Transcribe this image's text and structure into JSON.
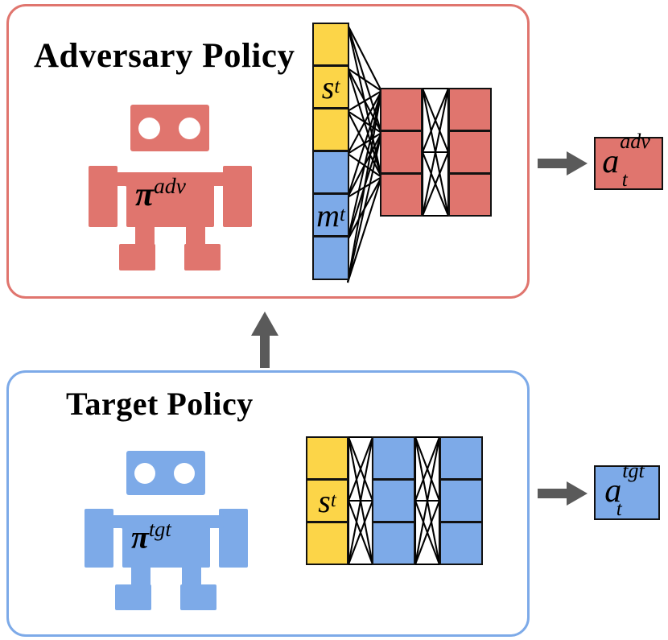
{
  "diagram": {
    "title_adversary": "Adversary Policy",
    "title_target": "Target Policy",
    "colors": {
      "red": "#E0756E",
      "blue": "#7DAAE8",
      "yellow": "#FCD548",
      "arrow_gray": "#5A5A5A",
      "outline_black": "#111111"
    }
  },
  "adversary": {
    "panel_label": "Adversary Policy",
    "robot_label_base": "π",
    "robot_label_sup": "adv",
    "input_column": {
      "cells": [
        {
          "color": "yellow",
          "label": ""
        },
        {
          "color": "yellow",
          "label": "s",
          "sub": "t"
        },
        {
          "color": "yellow",
          "label": ""
        },
        {
          "color": "blue",
          "label": ""
        },
        {
          "color": "blue",
          "label": "m",
          "sub": "t"
        },
        {
          "color": "blue",
          "label": ""
        }
      ],
      "state_symbol": "s",
      "state_subscript": "t",
      "message_symbol": "m",
      "message_subscript": "t"
    },
    "hidden_layers": [
      {
        "color": "red",
        "units": 3
      },
      {
        "color": "red",
        "units": 3
      }
    ],
    "output": {
      "symbol": "a",
      "superscript": "adv",
      "subscript": "t",
      "color": "red"
    }
  },
  "target": {
    "panel_label": "Target Policy",
    "robot_label_base": "π",
    "robot_label_sup": "tgt",
    "input_column": {
      "cells": [
        {
          "color": "yellow",
          "label": ""
        },
        {
          "color": "yellow",
          "label": "s",
          "sub": "t"
        },
        {
          "color": "yellow",
          "label": ""
        }
      ],
      "state_symbol": "s",
      "state_subscript": "t"
    },
    "hidden_layers": [
      {
        "color": "blue",
        "units": 3
      },
      {
        "color": "blue",
        "units": 3
      }
    ],
    "output": {
      "symbol": "a",
      "superscript": "tgt",
      "subscript": "t",
      "color": "blue"
    }
  },
  "connector": {
    "direction": "up",
    "from": "target-policy",
    "to": "adversary-policy"
  }
}
